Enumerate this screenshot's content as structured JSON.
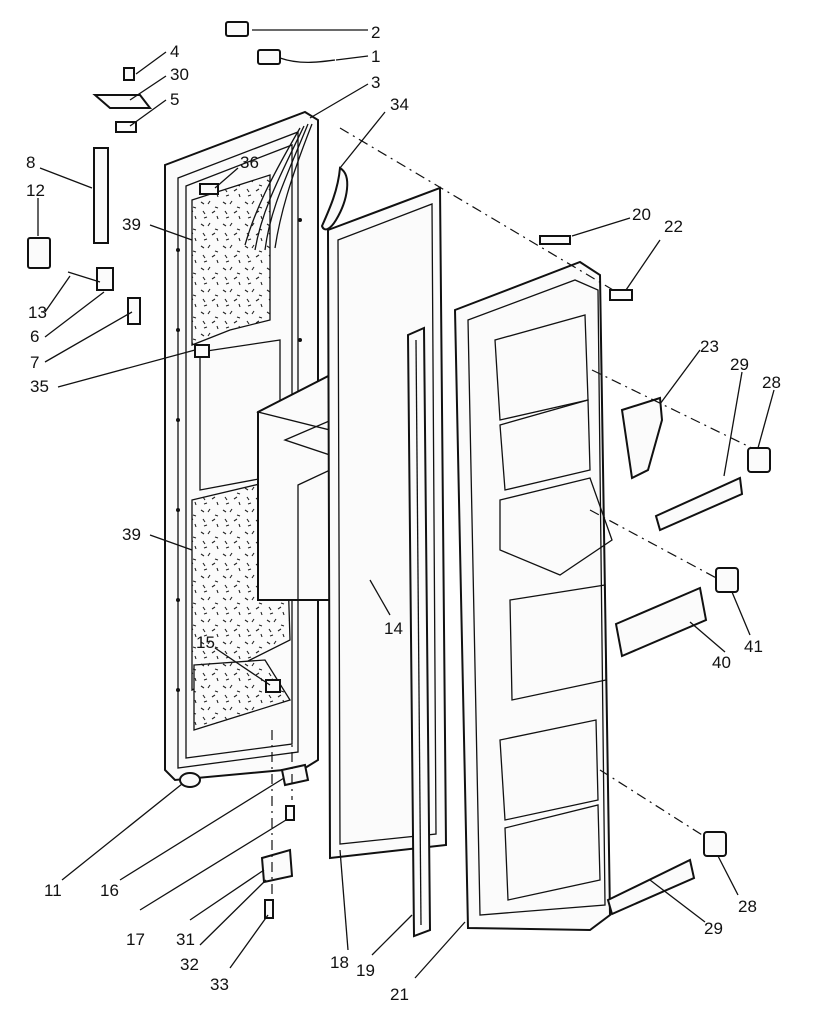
{
  "callouts": [
    {
      "id": "c1",
      "text": "1"
    },
    {
      "id": "c2",
      "text": "2"
    },
    {
      "id": "c3",
      "text": "3"
    },
    {
      "id": "c4",
      "text": "4"
    },
    {
      "id": "c5",
      "text": "5"
    },
    {
      "id": "c6",
      "text": "6"
    },
    {
      "id": "c7",
      "text": "7"
    },
    {
      "id": "c8",
      "text": "8"
    },
    {
      "id": "c11",
      "text": "11"
    },
    {
      "id": "c12",
      "text": "12"
    },
    {
      "id": "c13",
      "text": "13"
    },
    {
      "id": "c14",
      "text": "14"
    },
    {
      "id": "c15",
      "text": "15"
    },
    {
      "id": "c16",
      "text": "16"
    },
    {
      "id": "c17",
      "text": "17"
    },
    {
      "id": "c18",
      "text": "18"
    },
    {
      "id": "c19",
      "text": "19"
    },
    {
      "id": "c20",
      "text": "20"
    },
    {
      "id": "c21",
      "text": "21"
    },
    {
      "id": "c22",
      "text": "22"
    },
    {
      "id": "c23",
      "text": "23"
    },
    {
      "id": "c28a",
      "text": "28"
    },
    {
      "id": "c28b",
      "text": "28"
    },
    {
      "id": "c29a",
      "text": "29"
    },
    {
      "id": "c29b",
      "text": "29"
    },
    {
      "id": "c30",
      "text": "30"
    },
    {
      "id": "c31",
      "text": "31"
    },
    {
      "id": "c32",
      "text": "32"
    },
    {
      "id": "c33",
      "text": "33"
    },
    {
      "id": "c34",
      "text": "34"
    },
    {
      "id": "c35",
      "text": "35"
    },
    {
      "id": "c36",
      "text": "36"
    },
    {
      "id": "c39a",
      "text": "39"
    },
    {
      "id": "c39b",
      "text": "39"
    },
    {
      "id": "c40",
      "text": "40"
    },
    {
      "id": "c41",
      "text": "41"
    }
  ]
}
